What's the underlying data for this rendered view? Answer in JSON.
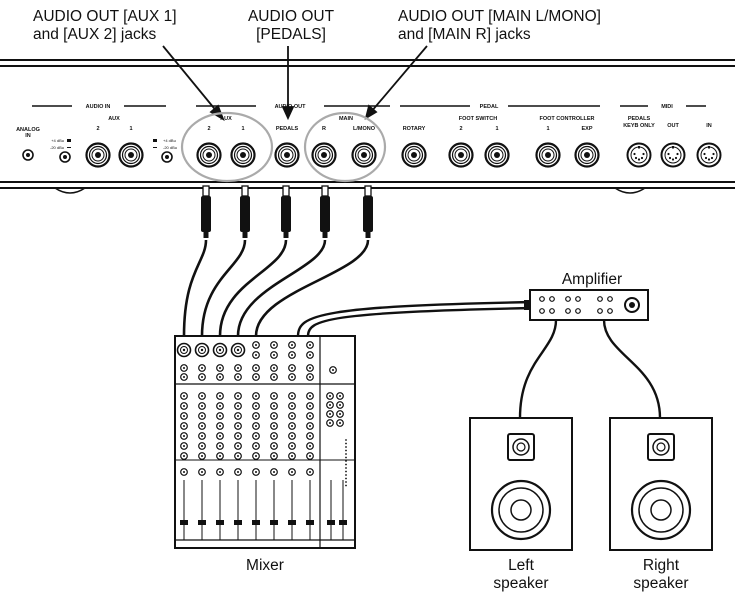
{
  "callouts": {
    "aux": [
      "AUDIO OUT [AUX 1]",
      "and [AUX 2] jacks"
    ],
    "pedals": [
      "AUDIO OUT",
      "[PEDALS]"
    ],
    "main": [
      "AUDIO OUT [MAIN L/MONO]",
      "and [MAIN R] jacks"
    ]
  },
  "panel": {
    "section_audio_in": "AUDIO IN",
    "section_audio_out": "AUDIO OUT",
    "section_pedal": "PEDAL",
    "section_midi": "MIDI",
    "analog_in_1": "ANALOG",
    "analog_in_2": "IN",
    "aux_in_label": "AUX",
    "aux_in_2": "2",
    "aux_in_1": "1",
    "level_hi": "+4 dBu",
    "level_lo": "-20 dBu",
    "aux_out_label": "AUX",
    "aux_out_2": "2",
    "aux_out_1": "1",
    "pedals_out": "PEDALS",
    "main_label": "MAIN",
    "main_r": "R",
    "main_l": "L/MONO",
    "rotary": "ROTARY",
    "foot_switch": "FOOT SWITCH",
    "fs_2": "2",
    "fs_1": "1",
    "foot_controller": "FOOT CONTROLLER",
    "fc_1": "1",
    "fc_exp": "EXP",
    "pedals_keyb_1": "PEDALS",
    "pedals_keyb_2": "KEYB ONLY",
    "midi_out": "OUT",
    "midi_in": "IN"
  },
  "labels": {
    "amplifier": "Amplifier",
    "mixer": "Mixer",
    "left_speaker": [
      "Left",
      "speaker"
    ],
    "right_speaker": [
      "Right",
      "speaker"
    ]
  }
}
